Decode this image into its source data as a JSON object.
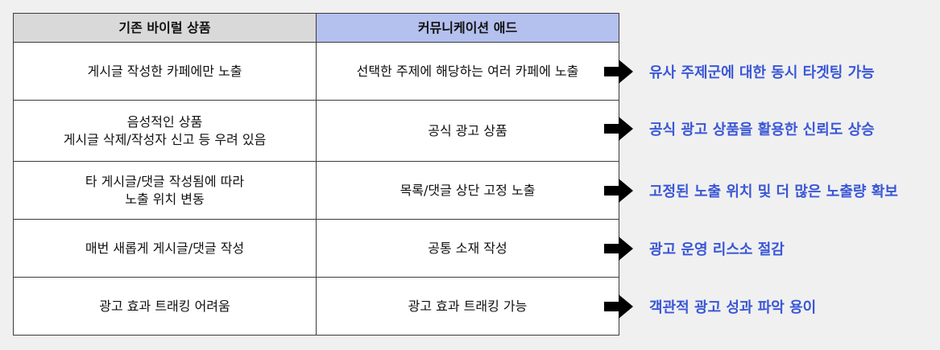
{
  "table": {
    "headers": {
      "left": "기존 바이럴 상품",
      "right": "커뮤니케이션 애드"
    },
    "rows": [
      {
        "left": "게시글 작성한 카페에만 노출",
        "right": "선택한 주제에 해당하는 여러 카페에 노출"
      },
      {
        "left": "음성적인 상품\n게시글 삭제/작성자 신고 등 우려 있음",
        "right": "공식 광고 상품"
      },
      {
        "left": "타 게시글/댓글 작성됨에 따라\n노출 위치 변동",
        "right": "목록/댓글 상단 고정 노출"
      },
      {
        "left": "매번 새롭게 게시글/댓글 작성",
        "right": "공통 소재 작성"
      },
      {
        "left": "광고 효과 트래킹 어려움",
        "right": "광고 효과 트래킹 가능"
      }
    ]
  },
  "benefits": [
    "유사 주제군에 대한 동시 타겟팅 가능",
    "공식 광고 상품을 활용한 신뢰도 상승",
    "고정된 노출 위치 및 더 많은 노출량 확보",
    "광고 운영 리스소 절감",
    "객관적 광고 성과 파악 용이"
  ],
  "colors": {
    "header_left_bg": "#d9d9d9",
    "header_right_bg": "#b4c0ee",
    "benefit_text": "#3a57d6",
    "arrow": "#000000"
  }
}
